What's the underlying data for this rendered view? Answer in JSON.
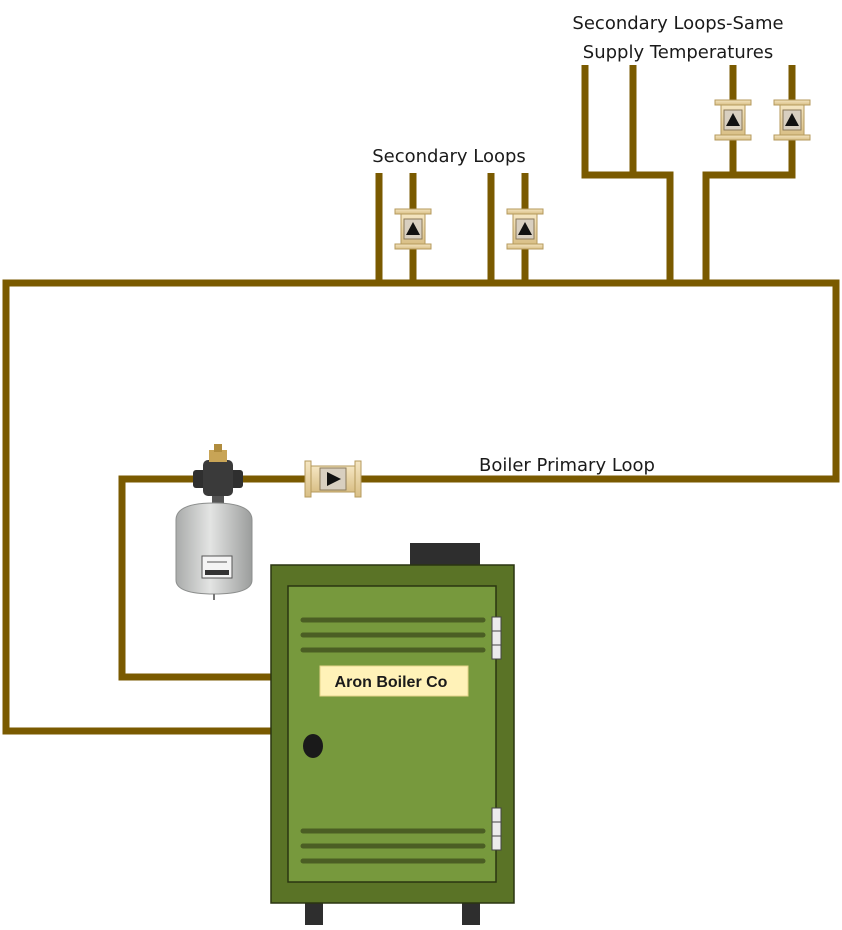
{
  "labels": {
    "secondary_same_line1": "Secondary Loops-Same",
    "secondary_same_line2": "Supply Temperatures",
    "secondary_loops": "Secondary Loops",
    "primary_loop": "Boiler Primary Loop",
    "boiler_brand": "Aron Boiler Co"
  },
  "colors": {
    "pipe": "#7a5a00",
    "boiler_body": "#5a7326",
    "boiler_door": "#77993d",
    "pump_body": "#f0dcb0",
    "tank": "#c9cbc9"
  },
  "icons": {
    "pump": "circulator-pump-icon",
    "expansion_tank": "expansion-tank-icon",
    "boiler": "boiler-cabinet-icon"
  }
}
